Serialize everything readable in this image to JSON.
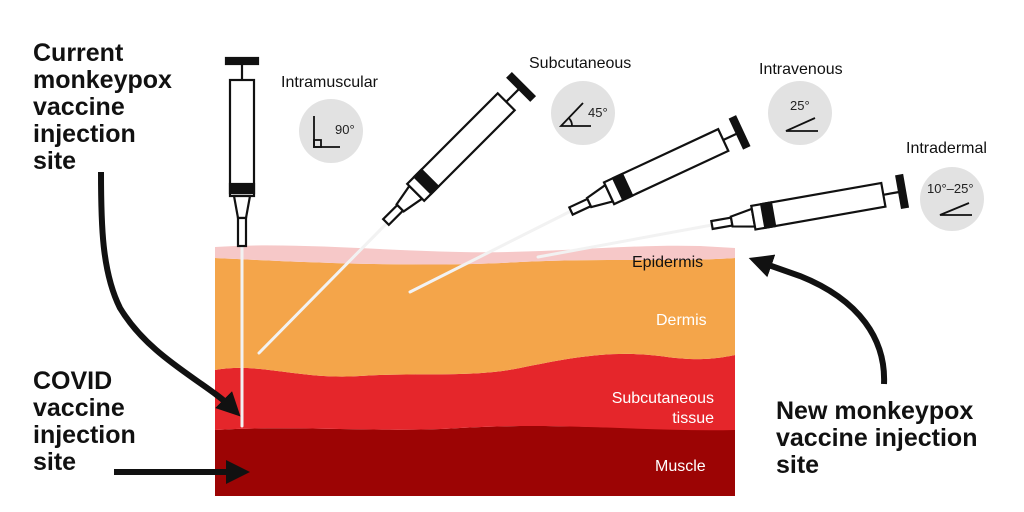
{
  "annotations": {
    "current_site": [
      "Current",
      "monkeypox",
      "vaccine",
      "injection",
      "site"
    ],
    "covid_site": [
      "COVID",
      "vaccine",
      "injection",
      "site"
    ],
    "new_site": [
      "New monkeypox",
      "vaccine injection",
      "site"
    ]
  },
  "routes": [
    {
      "name": "Intramuscular",
      "angle": "90°"
    },
    {
      "name": "Subcutaneous",
      "angle": "45°"
    },
    {
      "name": "Intravenous",
      "angle": "25°"
    },
    {
      "name": "Intradermal",
      "angle": "10°–25°"
    }
  ],
  "layers": {
    "epidermis": "Epidermis",
    "dermis": "Dermis",
    "subcutaneous": [
      "Subcutaneous",
      "tissue"
    ],
    "muscle": "Muscle"
  },
  "colors": {
    "epidermis": "#f6c8c8",
    "dermis": "#f4a54a",
    "subcutaneous": "#e5262b",
    "muscle": "#9c0404",
    "circle": "#e2e2e2",
    "ink": "#111111"
  }
}
